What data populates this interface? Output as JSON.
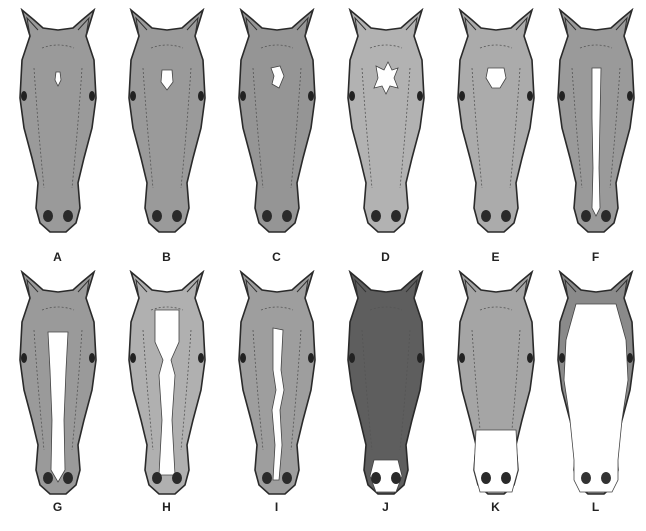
{
  "figure": {
    "panels": [
      {
        "label": "A",
        "marking": "small star",
        "coat": "#9a9a9a"
      },
      {
        "label": "B",
        "marking": "star",
        "coat": "#9a9a9a"
      },
      {
        "label": "C",
        "marking": "star",
        "coat": "#959595"
      },
      {
        "label": "D",
        "marking": "large star",
        "coat": "#b2b2b2"
      },
      {
        "label": "E",
        "marking": "star",
        "coat": "#ababab"
      },
      {
        "label": "F",
        "marking": "stripe",
        "coat": "#9a9a9a"
      },
      {
        "label": "G",
        "marking": "blaze",
        "coat": "#9a9a9a"
      },
      {
        "label": "H",
        "marking": "irregular blaze",
        "coat": "#b0b0b0"
      },
      {
        "label": "I",
        "marking": "interrupted stripe",
        "coat": "#9e9e9e"
      },
      {
        "label": "J",
        "marking": "snip / muzzle",
        "coat": "#5e5e5e"
      },
      {
        "label": "K",
        "marking": "white muzzle",
        "coat": "#a5a5a5"
      },
      {
        "label": "L",
        "marking": "bald face",
        "coat": "#8a8a8a"
      }
    ]
  }
}
